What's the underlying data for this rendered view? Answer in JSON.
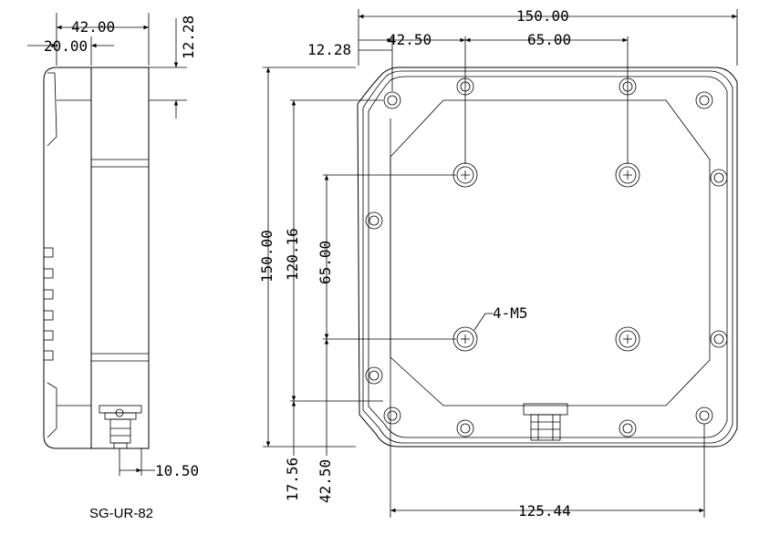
{
  "model": "SG-UR-82",
  "dimensions": {
    "side_depth": "42.00",
    "side_offset": "20.00",
    "side_top_gap": "12.28",
    "side_connector": "10.50",
    "front_width": "150.00",
    "front_left_offset": "12.28",
    "front_hole_left": "42.50",
    "front_hole_spacing_h": "65.00",
    "front_height": "150.00",
    "front_inner_height": "120.16",
    "front_hole_spacing_v": "65.00",
    "front_bottom_offset": "17.56",
    "front_hole_bottom": "42.50",
    "front_inner_width": "125.44",
    "hole_callout": "4-M5"
  }
}
